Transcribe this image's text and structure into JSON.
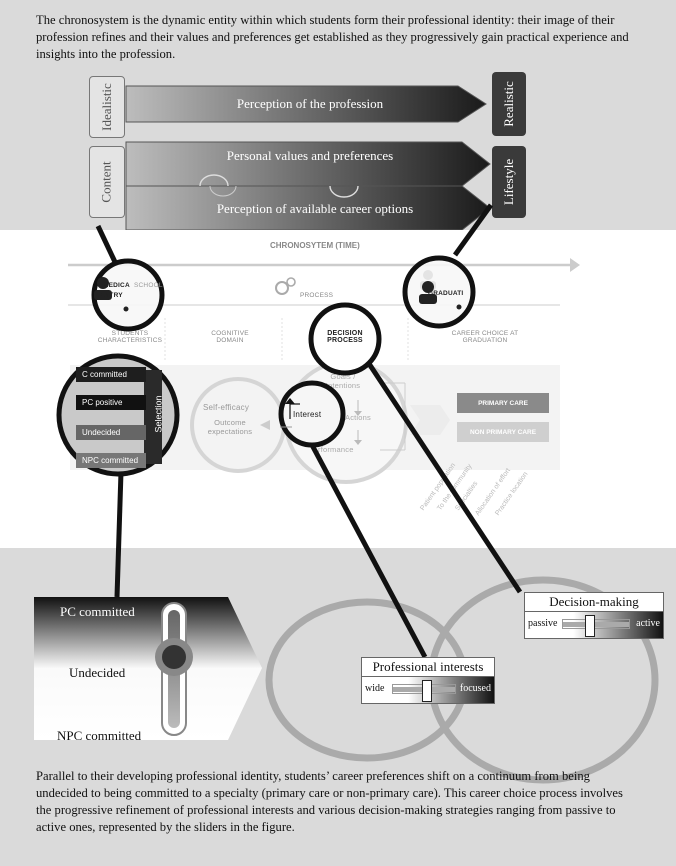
{
  "intro": "The chronosystem is the dynamic entity within which students form their professional identity: their image of their profession refines and their values and preferences get established as they progressively gain practical experience and insights into the profession.",
  "top_panel": {
    "idealistic": "Idealistic",
    "realistic": "Realistic",
    "content": "Content",
    "lifestyle": "Lifestyle",
    "arrow1": "Perception of the profession",
    "arrow2": "Personal values and preferences",
    "arrow3": "Perception of available career options"
  },
  "middle_panel": {
    "timeline": "CHRONOSYTEM (TIME)",
    "medical_school_entry": "MEDICAL SCHOOL ENTRY",
    "medical_prefix": "MEDICA",
    "school_suffix": "SCHOOL",
    "entry": "ENTRY",
    "process": "PROCESS",
    "graduation": "GRADUATION",
    "graduation_short": "GRADUATI",
    "students_characteristics": "STUDENTS CHARACTERISTICS",
    "cognitive_domain": "COGNITIVE DOMAIN",
    "decision_process": "DECISION PROCESS",
    "career_choice": "CAREER CHOICE AT GRADUATION",
    "preferences": [
      "PC committed",
      "PC positive",
      "Undecided",
      "NPC committed"
    ],
    "pref_first_visible": "C committed",
    "selection": "Selection",
    "self_efficacy": "Self-efficacy",
    "outcome_expectations": "Outcome expectations",
    "goals_intentions": "Goals / Intentions",
    "interest": "Interest",
    "actions": "Actions",
    "performance": "Performance",
    "performance_visible": "rformance",
    "primary_care": "PRIMARY CARE",
    "non_primary_care": "NON PRIMARY CARE",
    "outcomes": [
      "Patient population",
      "To the community",
      "Specialties",
      "Allocation of effort",
      "Practice location"
    ]
  },
  "bottom_panel": {
    "pc_committed": "PC committed",
    "undecided": "Undecided",
    "npc_committed": "NPC committed",
    "decision_making": "Decision-making",
    "passive": "passive",
    "active": "active",
    "professional_interests": "Professional interests",
    "wide": "wide",
    "focused": "focused"
  },
  "summary": "Parallel to their developing professional identity, students’ career preferences shift on a continuum from being undecided to being committed to a specialty (primary care or non-primary care). This career choice process involves the progressive refinement of professional interests and various decision-making strategies ranging from passive to active ones, represented by the sliders in the figure.",
  "colors": {
    "band": "#dadada",
    "dark": "#3a3a3a"
  }
}
